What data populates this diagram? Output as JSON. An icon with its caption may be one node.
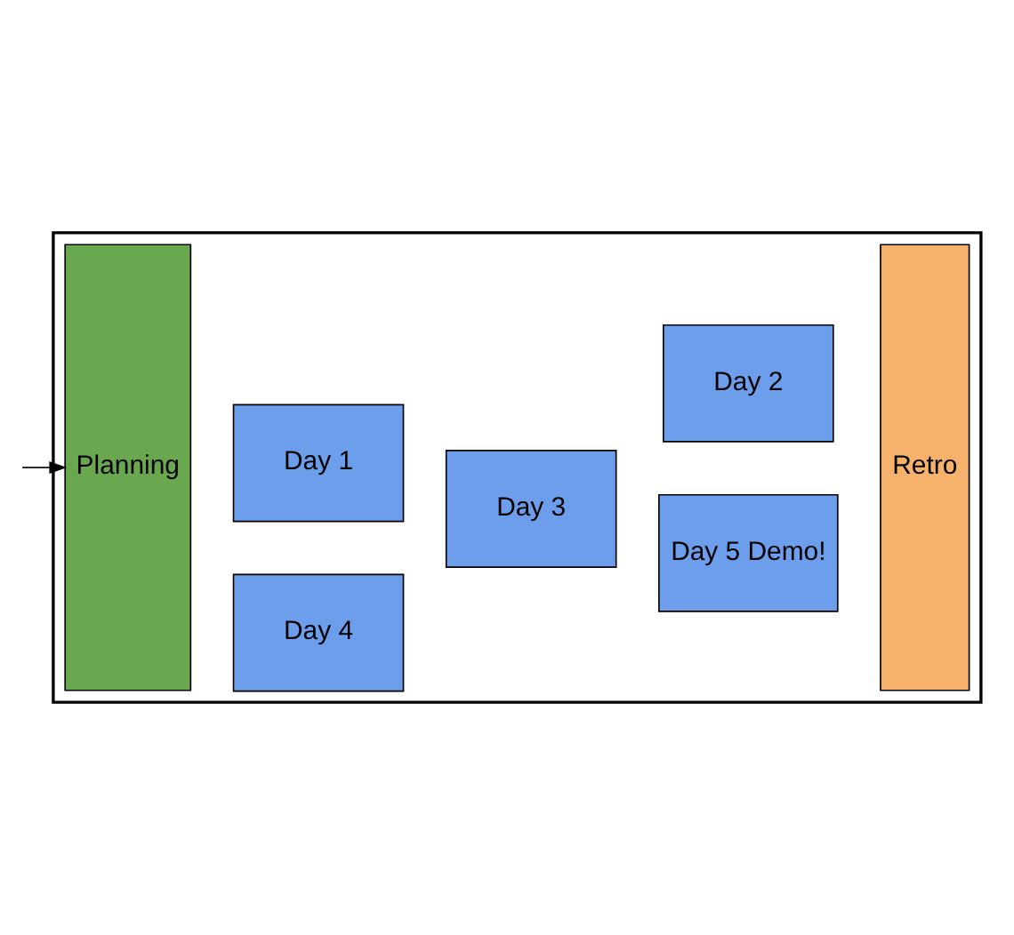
{
  "diagram": {
    "nodes": [
      {
        "text": [],
        "shape": "box"
      },
      {
        "text": [
          "Planning"
        ],
        "in": 0
      },
      {
        "text": [
          "Day 1"
        ],
        "in": 0
      },
      {
        "text": [
          "Day 2"
        ],
        "in": 0
      },
      {
        "text": [
          "Day 3"
        ],
        "in": 0
      },
      {
        "text": [
          "Day 4"
        ],
        "in": 0
      },
      {
        "text": [
          "Day 5 Demo!"
        ],
        "in": 0
      },
      {
        "text": [
          "Retro"
        ],
        "in": 0
      }
    ],
    "edges": [
      {
        "from": null,
        "to": 1,
        "arrow": "to"
      }
    ]
  }
}
